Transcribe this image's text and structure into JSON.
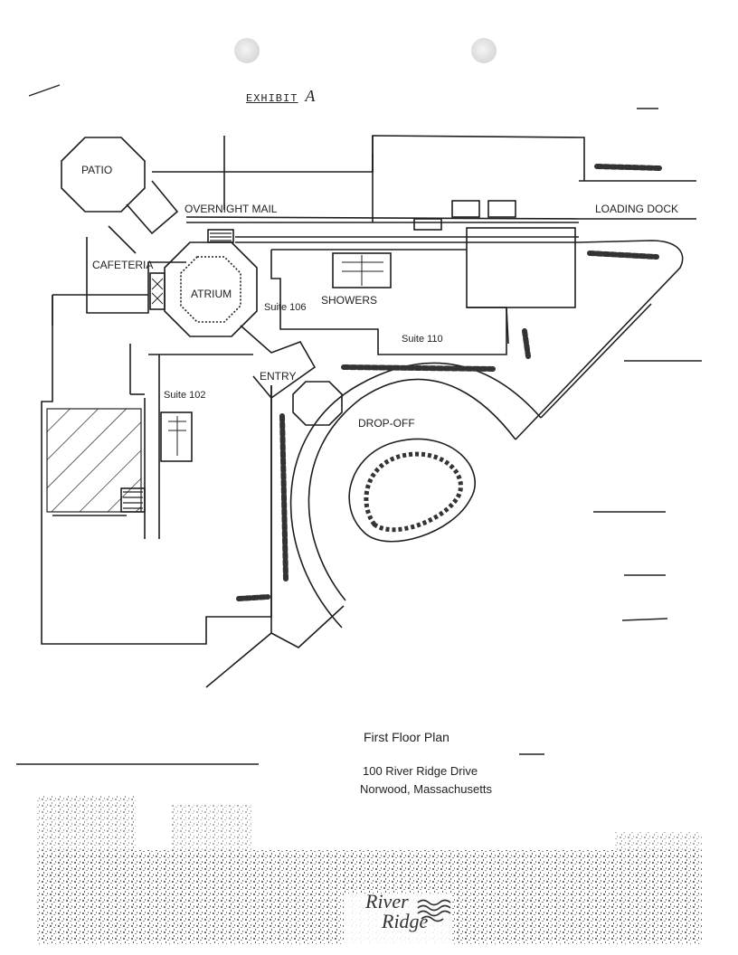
{
  "exhibit": {
    "label": "EXHIBIT",
    "letter": "A"
  },
  "plan_labels": {
    "patio": "PATIO",
    "overnight_mail": "OVERNIGHT MAIL",
    "loading_dock": "LOADING DOCK",
    "cafeteria": "CAFETERIA",
    "atrium": "ATRIUM",
    "suite_106": "Suite 106",
    "showers": "SHOWERS",
    "suite_110": "Suite 110",
    "entry": "ENTRY",
    "suite_102": "Suite 102",
    "drop_off": "DROP-OFF"
  },
  "caption": {
    "title": "First Floor Plan",
    "address_line1": "100 River Ridge Drive",
    "address_line2": "Norwood, Massachusetts"
  },
  "logo": {
    "line1": "River",
    "line2": "Ridge"
  }
}
